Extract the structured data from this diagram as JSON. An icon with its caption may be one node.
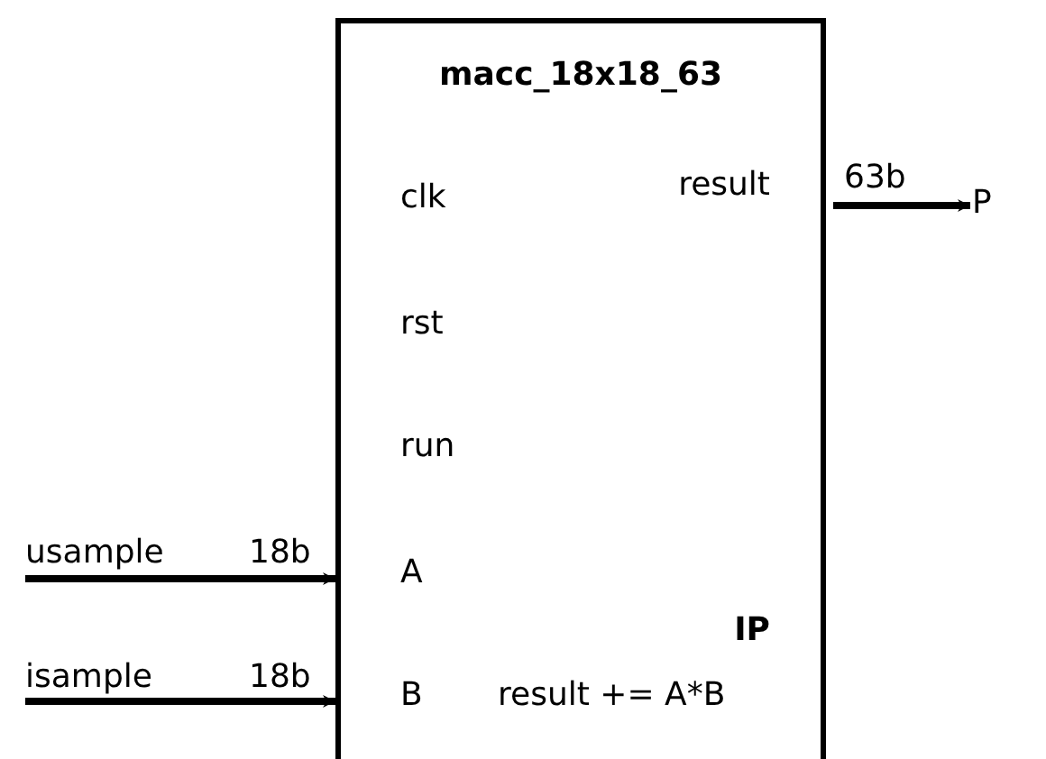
{
  "diagram": {
    "nodes": [
      {
        "text": [
          "macc_18x18_63",
          "clk",
          "rst",
          "run",
          "result",
          "A",
          "B",
          "IP",
          "result += A*B"
        ]
      },
      {
        "text": [
          "P"
        ]
      }
    ],
    "edges": [
      {
        "from": null,
        "to": 0,
        "arrow": "to",
        "label": "usample"
      },
      {
        "from": null,
        "to": 0,
        "arrow": "to",
        "label": "isample"
      },
      {
        "from": 0,
        "to": 1,
        "arrow": "to",
        "label": "63b"
      }
    ],
    "labels": [
      "18b",
      "18b"
    ]
  }
}
